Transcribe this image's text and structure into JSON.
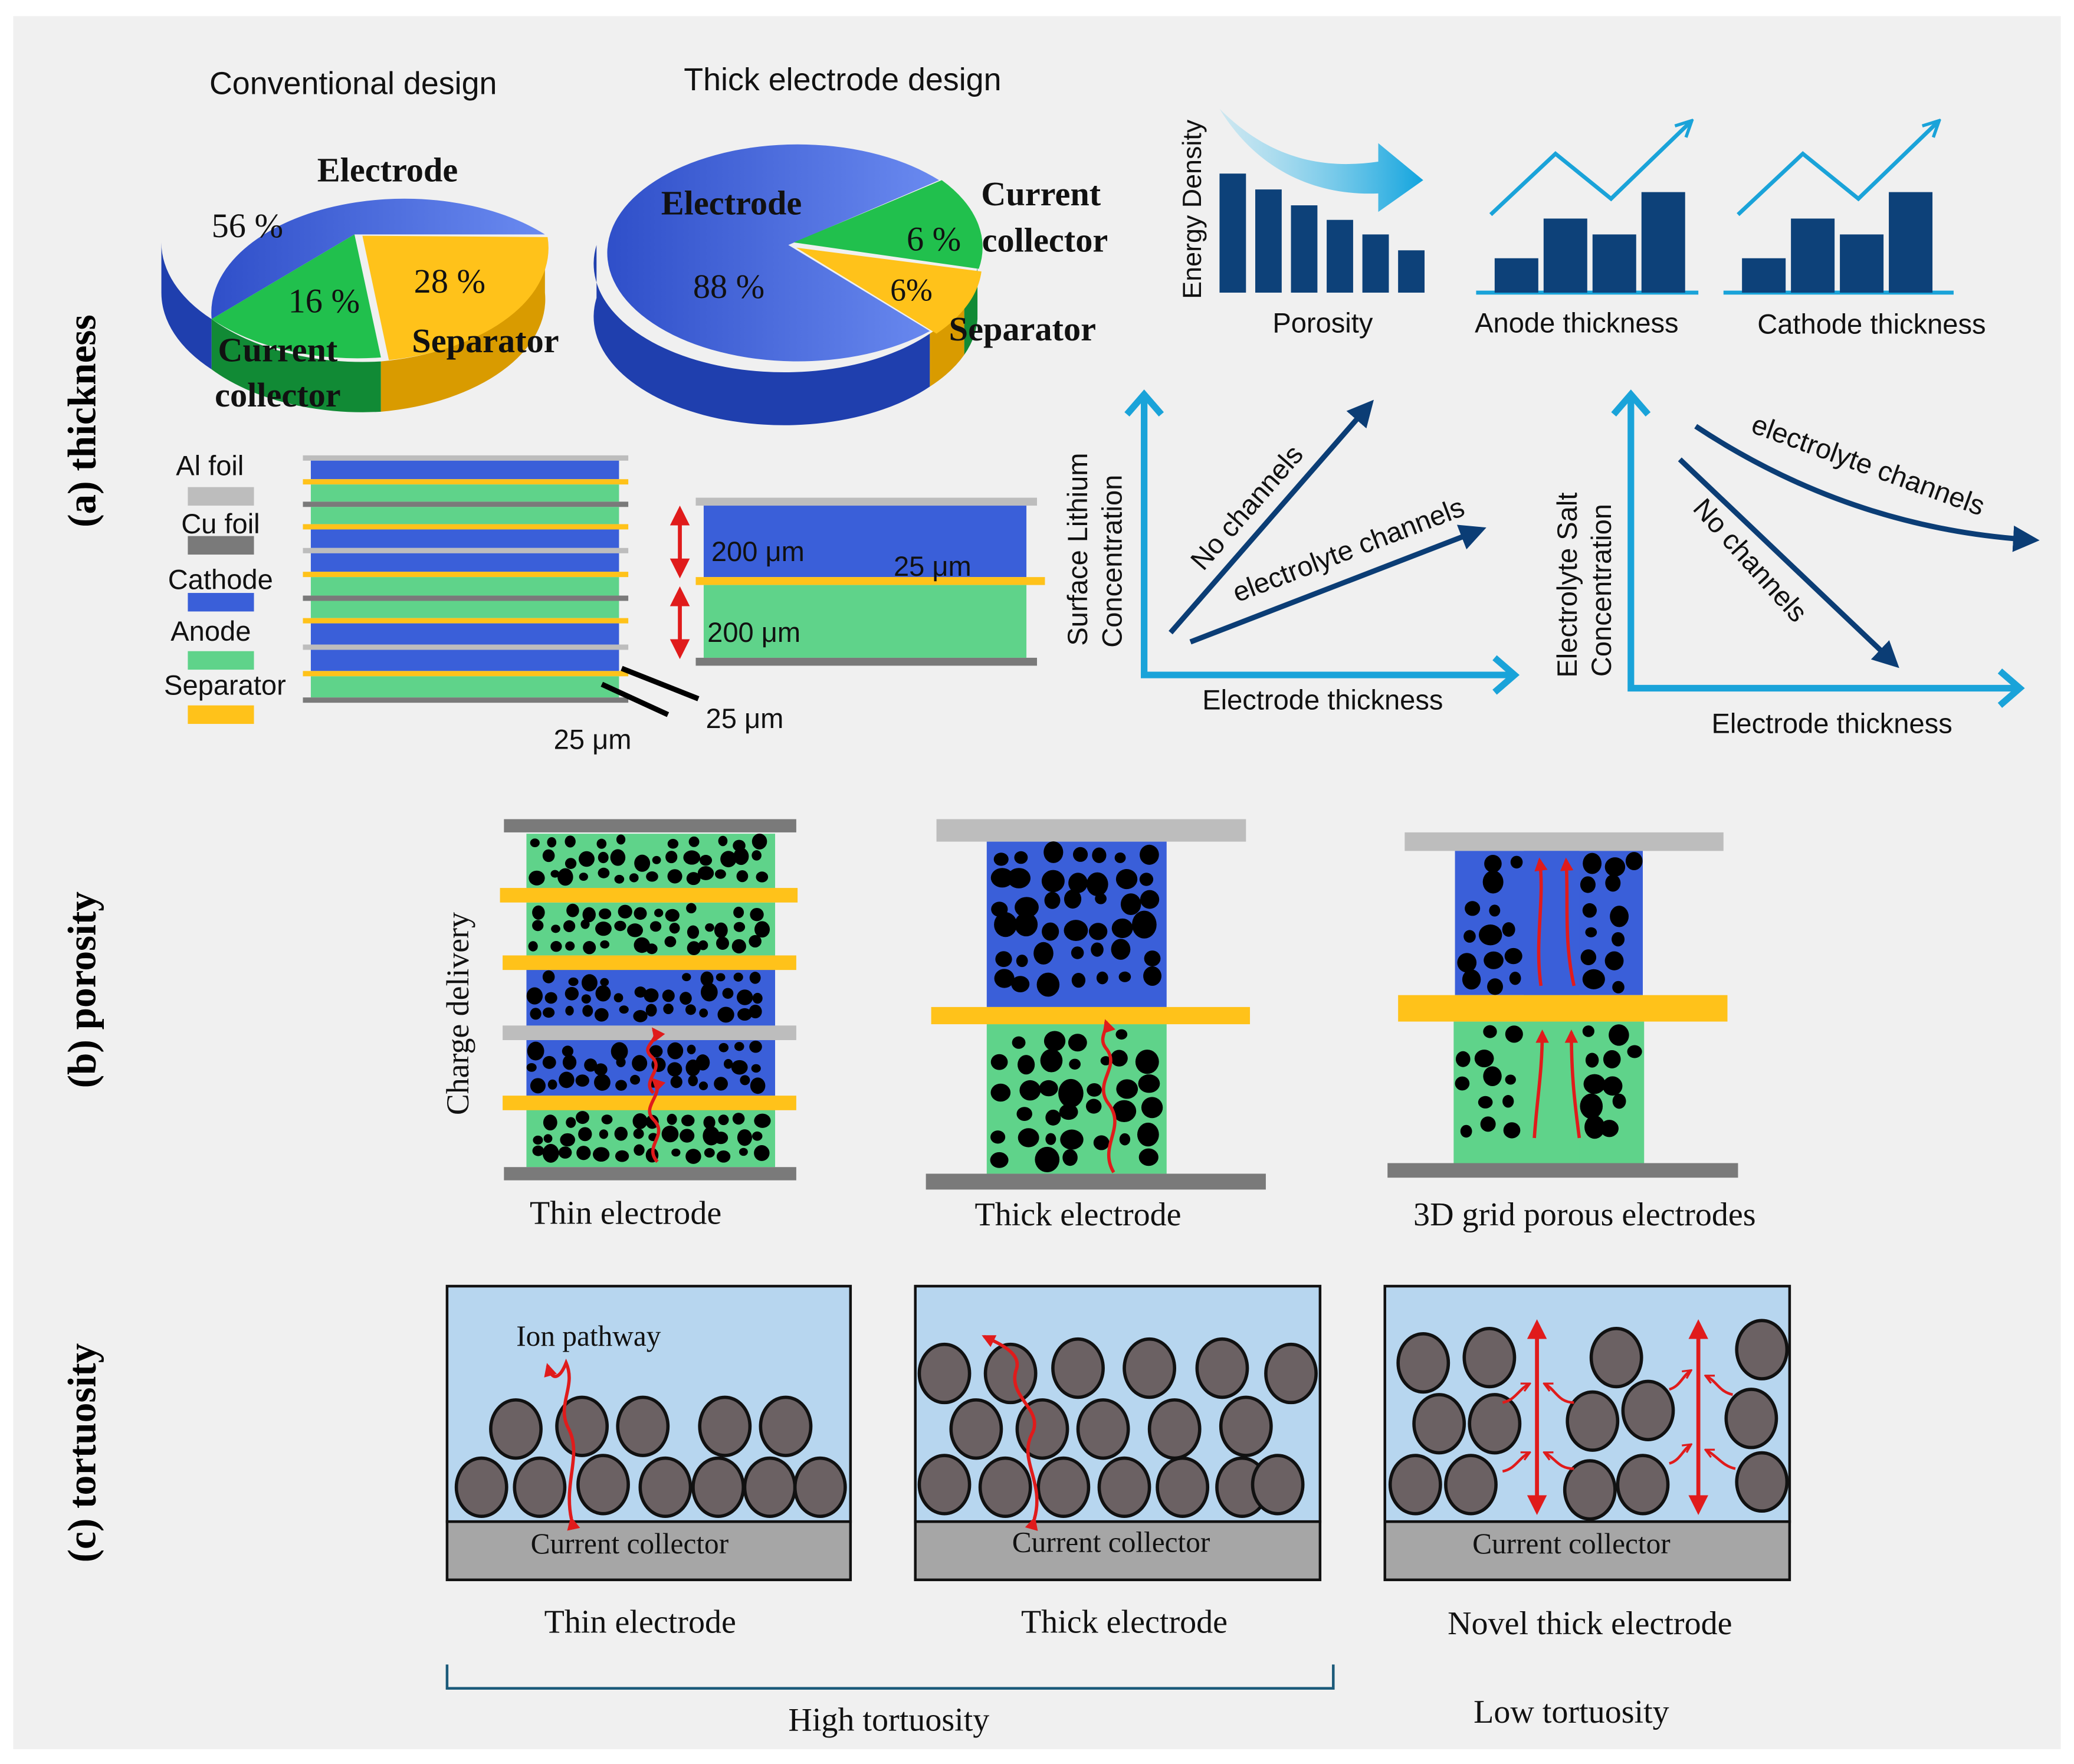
{
  "colors": {
    "background": "#f0f0f0",
    "electrode_blue": "#3a5fd9",
    "anode_green": "#5fd38a",
    "current_collector_green": "#1fbf4a",
    "separator_yellow": "#ffc21a",
    "al_foil": "#bdbdbd",
    "cu_foil": "#7a7a7a",
    "navy": "#0b3d75",
    "cyan": "#1aa3d9",
    "arrow_red": "#e01b1b",
    "electrolyte": "#b7d6ef",
    "particle": "#6b6163"
  },
  "panel_a": {
    "section_label": "(a) thickness",
    "pie_conventional": {
      "title": "Conventional design",
      "electrode_label": "Electrode",
      "electrode_pct": "56 %",
      "collector_pct": "16 %",
      "collector_label_1": "Current",
      "collector_label_2": "collector",
      "separator_pct": "28 %",
      "separator_label": "Separator",
      "shares": {
        "electrode": 56,
        "current_collector": 16,
        "separator": 28
      }
    },
    "pie_thick": {
      "title": "Thick electrode design",
      "electrode_label": "Electrode",
      "electrode_pct": "88 %",
      "collector_pct": "6 %",
      "collector_label_1": "Current",
      "collector_label_2": "collector",
      "separator_pct": "6%",
      "separator_label": "Separator",
      "shares": {
        "electrode": 88,
        "current_collector": 6,
        "separator": 6
      }
    },
    "mini_chart_porosity": {
      "ylabel": "Energy Density",
      "xlabel": "Porosity"
    },
    "mini_chart_anode": {
      "xlabel": "Anode thickness"
    },
    "mini_chart_cathode": {
      "xlabel": "Cathode thickness"
    },
    "legend": {
      "al_foil": "Al foil",
      "cu_foil": "Cu foil",
      "cathode": "Cathode",
      "anode": "Anode",
      "separator": "Separator"
    },
    "stack_dims": {
      "thin_25_a": "25 μm",
      "thin_25_b": "25 μm",
      "thick_cathode": "200 μm",
      "thick_sep": "25 μm",
      "thick_anode": "200 μm"
    },
    "graph_surface": {
      "ylabel_1": "Surface Lithium",
      "ylabel_2": "Concentration",
      "xlabel": "Electrode thickness",
      "line_no_channels": "No channels",
      "line_channels": "electrolyte channels"
    },
    "graph_salt": {
      "ylabel_1": "Electrolyte Salt",
      "ylabel_2": "Concentration",
      "xlabel": "Electrode thickness",
      "line_channels": "electrolyte channels",
      "line_no_channels": "No channels"
    }
  },
  "panel_b": {
    "section_label": "(b) porosity",
    "axis_label": "Charge delivery",
    "caption_thin": "Thin electrode",
    "caption_thick": "Thick electrode",
    "caption_grid": "3D grid porous electrodes"
  },
  "panel_c": {
    "section_label": "(c) tortuosity",
    "ion_pathway": "Ion pathway",
    "collector_1": "Current collector",
    "collector_2": "Current collector",
    "collector_3": "Current collector",
    "caption_thin": "Thin electrode",
    "caption_thick": "Thick electrode",
    "caption_novel": "Novel thick electrode",
    "high_tortuosity": "High tortuosity",
    "low_tortuosity": "Low tortuosity"
  }
}
